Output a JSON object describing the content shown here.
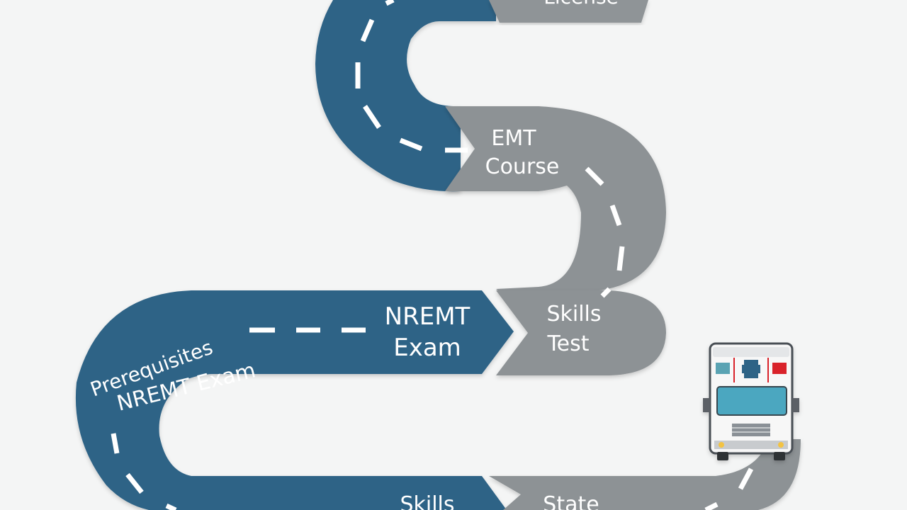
{
  "colors": {
    "background": "#f4f5f5",
    "road_blue": "#2f6386",
    "road_gray": "#8d9295",
    "arrow_gray": "#8f9497",
    "lane_dash": "#ffffff",
    "label_text": "#ffffff"
  },
  "labels": {
    "license": "License",
    "emt_course_line1": "EMT",
    "emt_course_line2": "Course",
    "nremt_exam_line1": "NREMT",
    "nremt_exam_line2": "Exam",
    "skills_test_line1": "Skills",
    "skills_test_line2": "Test",
    "prerequisites": "Prerequisites",
    "nremt_exam_curved": "NREMT Exam",
    "skills_bottom": "Skills",
    "state_bottom": "State"
  },
  "icons": {
    "vehicle": "ambulance-icon"
  }
}
